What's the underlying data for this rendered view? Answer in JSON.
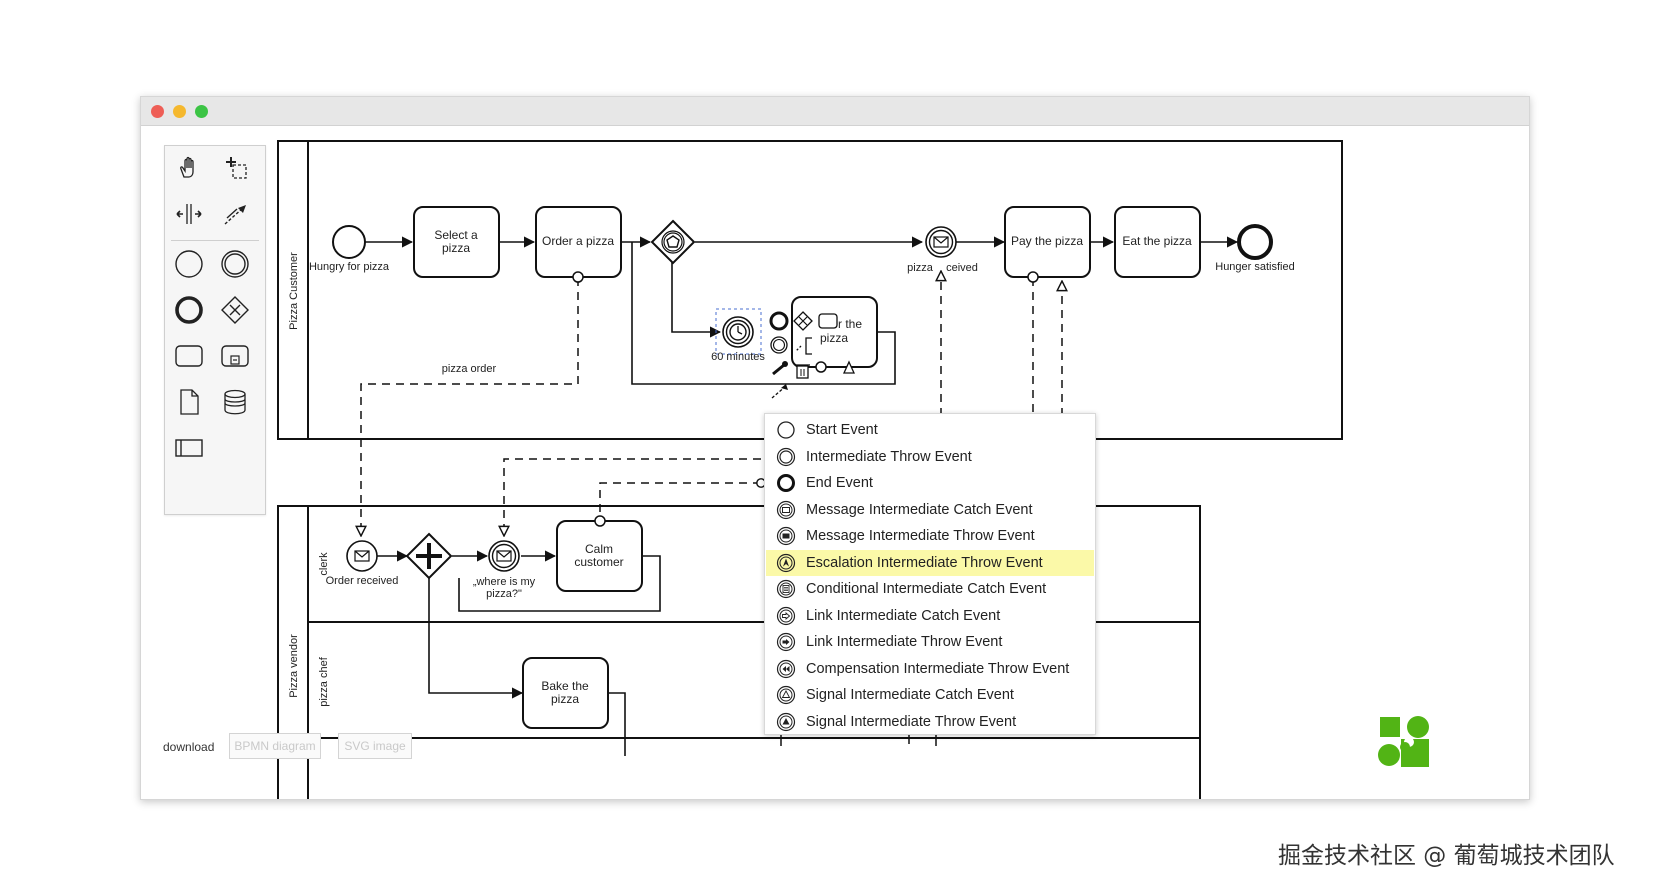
{
  "window": {
    "title_dots": [
      "#ee5e56",
      "#f5b82e",
      "#3cc445"
    ]
  },
  "palette": {
    "tools": [
      {
        "name": "hand-tool-icon"
      },
      {
        "name": "lasso-tool-icon"
      },
      {
        "name": "space-tool-icon"
      },
      {
        "name": "global-connect-tool-icon"
      },
      {
        "name": "start-event-icon"
      },
      {
        "name": "intermediate-event-icon"
      },
      {
        "name": "end-event-icon"
      },
      {
        "name": "gateway-icon"
      },
      {
        "name": "task-icon"
      },
      {
        "name": "subprocess-icon"
      },
      {
        "name": "data-object-icon"
      },
      {
        "name": "data-store-icon"
      },
      {
        "name": "pool-icon"
      }
    ]
  },
  "diagram": {
    "pools": {
      "customer": "Pizza Customer",
      "vendor": "Pizza vendor"
    },
    "lanes": {
      "clerk": "clerk",
      "chef": "pizza chef"
    },
    "elements": {
      "hungry": "Hungry for pizza",
      "select_pizza": [
        "Select a",
        "pizza"
      ],
      "order_pizza": "Order a pizza",
      "pizza_received_a": "pizza",
      "pizza_received_b": "ceived",
      "pay_pizza": "Pay the pizza",
      "eat_pizza": "Eat the pizza",
      "hunger_satisfied": "Hunger satisfied",
      "sixty_minutes": "60 minutes",
      "ask_a": "r the",
      "ask_b": "pizza",
      "pizza_order": "pizza order",
      "order_received": "Order received",
      "where_is_pizza": [
        "„where is my",
        "pizza?\""
      ],
      "calm_customer": [
        "Calm",
        "customer"
      ],
      "bake_pizza": [
        "Bake the",
        "pizza"
      ]
    }
  },
  "context_menu": {
    "items": [
      {
        "label": "Start Event",
        "icon": "start-event-icon"
      },
      {
        "label": "Intermediate Throw Event",
        "icon": "intermediate-throw-event-icon"
      },
      {
        "label": "End Event",
        "icon": "end-event-icon"
      },
      {
        "label": "Message Intermediate Catch Event",
        "icon": "message-catch-icon"
      },
      {
        "label": "Message Intermediate Throw Event",
        "icon": "message-throw-icon"
      },
      {
        "label": "Escalation Intermediate Throw Event",
        "icon": "escalation-throw-icon",
        "active": true
      },
      {
        "label": "Conditional Intermediate Catch Event",
        "icon": "conditional-catch-icon"
      },
      {
        "label": "Link Intermediate Catch Event",
        "icon": "link-catch-icon"
      },
      {
        "label": "Link Intermediate Throw Event",
        "icon": "link-throw-icon"
      },
      {
        "label": "Compensation Intermediate Throw Event",
        "icon": "compensation-throw-icon"
      },
      {
        "label": "Signal Intermediate Catch Event",
        "icon": "signal-catch-icon"
      },
      {
        "label": "Signal Intermediate Throw Event",
        "icon": "signal-throw-icon"
      }
    ],
    "highlight_color": "#fbf9a8"
  },
  "footer": {
    "download_label": "download",
    "bpmn_button": "BPMN diagram",
    "svg_button": "SVG image"
  },
  "logo_color": "#52b415",
  "watermark": "掘金技术社区 @ 葡萄城技术团队"
}
